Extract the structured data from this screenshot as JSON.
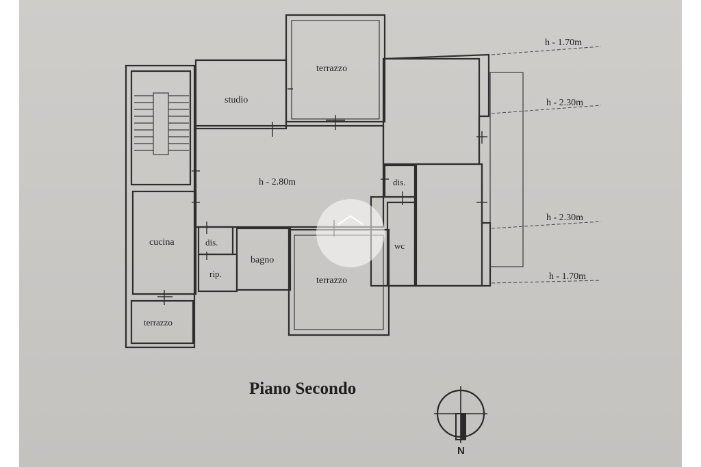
{
  "drawing": {
    "title": "Piano Secondo",
    "north_label": "N",
    "rooms": {
      "terrazzo_top": "terrazzo",
      "studio": "studio",
      "living": "h - 2.80m",
      "dis_right": "dis.",
      "wc": "wc",
      "cucina": "cucina",
      "dis_left": "dis.",
      "rip": "rip.",
      "bagno": "bagno",
      "terrazzo_bottom": "terrazzo",
      "terrazzo_small": "terrazzo"
    },
    "levels": [
      "h - 1.70m",
      "h - 2.30m",
      "h - 2.30m",
      "h - 1.70m"
    ]
  }
}
